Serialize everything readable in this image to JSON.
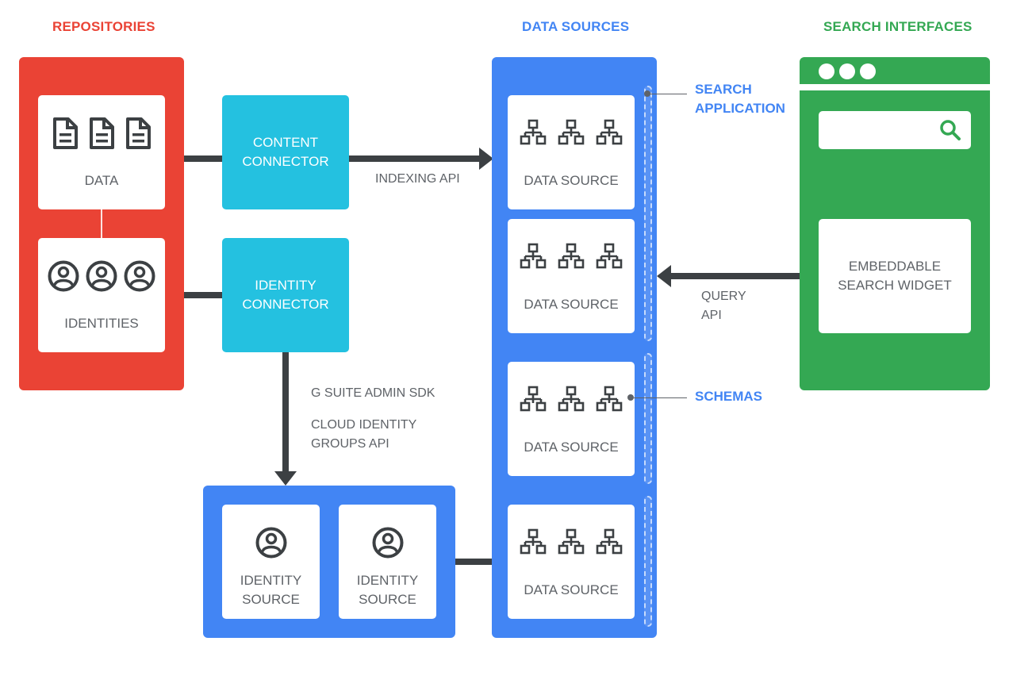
{
  "headings": {
    "repositories": "REPOSITORIES",
    "data_sources": "DATA SOURCES",
    "search_interfaces": "SEARCH INTERFACES"
  },
  "repository": {
    "data_label": "DATA",
    "identities_label": "IDENTITIES"
  },
  "connectors": {
    "content": [
      "CONTENT",
      "CONNECTOR"
    ],
    "identity": [
      "IDENTITY",
      "CONNECTOR"
    ]
  },
  "apis": {
    "indexing": "INDEXING API",
    "query": [
      "QUERY",
      "API"
    ],
    "admin_sdk": "G SUITE ADMIN SDK",
    "cloud_identity": [
      "CLOUD IDENTITY",
      "GROUPS API"
    ]
  },
  "data_sources": [
    "DATA SOURCE",
    "DATA SOURCE",
    "DATA SOURCE",
    "DATA SOURCE"
  ],
  "identity_sources": [
    [
      "IDENTITY",
      "SOURCE"
    ],
    [
      "IDENTITY",
      "SOURCE"
    ]
  ],
  "callouts": {
    "search_application": [
      "SEARCH",
      "APPLICATION"
    ],
    "schemas": "SCHEMAS"
  },
  "search_interface": {
    "widget": [
      "EMBEDDABLE",
      "SEARCH WIDGET"
    ]
  },
  "colors": {
    "red": "#ea4335",
    "blue": "#4285f4",
    "green": "#34a853",
    "cyan": "#24c1e0",
    "dark": "#3c4043",
    "grey": "#5f6368"
  }
}
